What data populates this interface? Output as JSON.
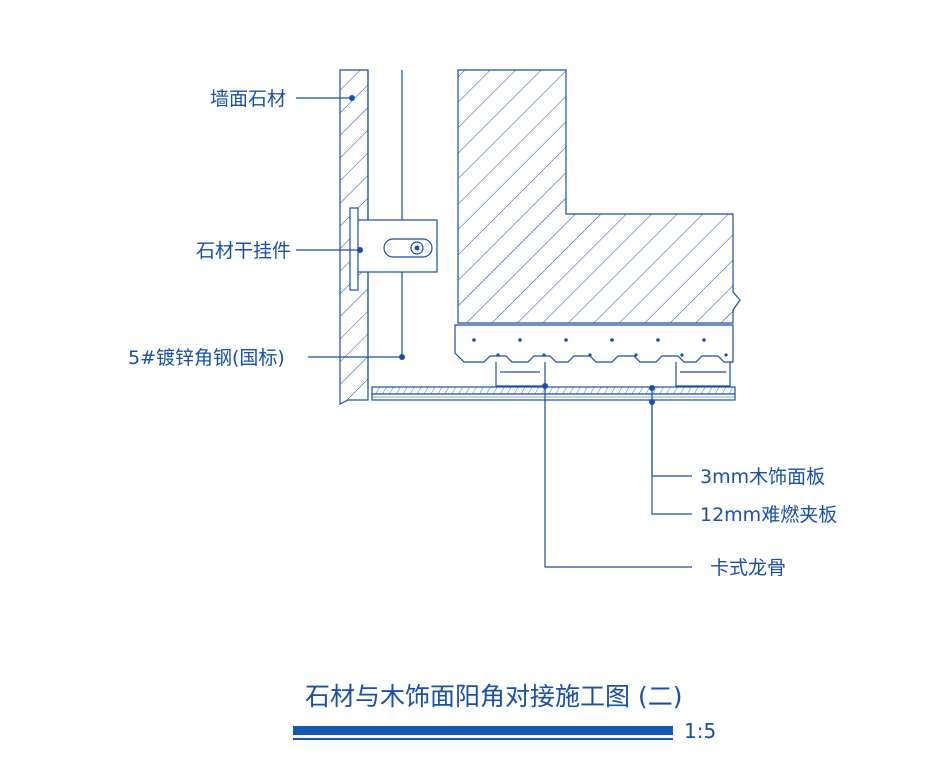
{
  "colors": {
    "line": "#1a4fa6",
    "fill": "#1557b0",
    "background": "#ffffff"
  },
  "labels": {
    "wall_stone": "墙面石材",
    "stone_hanger": "石材干挂件",
    "angle_steel": "5#镀锌角钢(国标)",
    "wood_veneer": "3mm木饰面板",
    "fire_board": "12mm难燃夹板",
    "keel": "卡式龙骨"
  },
  "title": {
    "text": "石材与木饰面阳角对接施工图 (二)",
    "scale": "1:5"
  }
}
